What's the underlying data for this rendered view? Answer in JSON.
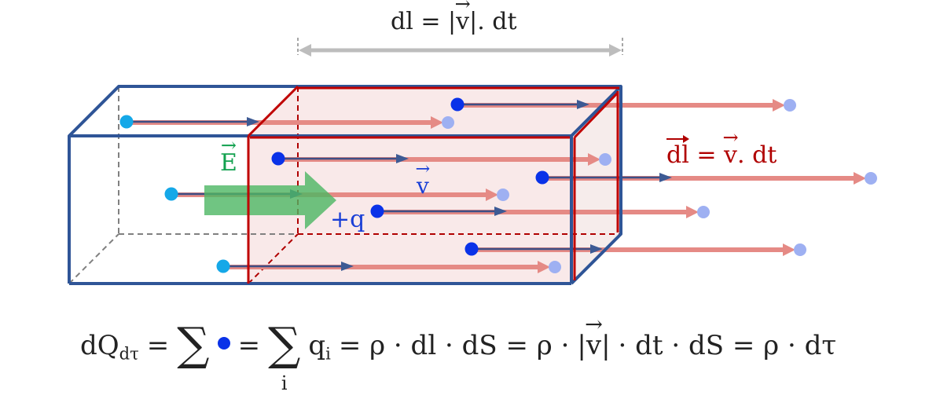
{
  "title_annotation": {
    "lhs": "dl",
    "eq": "=",
    "abs_open": "|",
    "v": "v",
    "abs_close": "|",
    "rest": ". dt"
  },
  "labels": {
    "field": "E",
    "velocity": "v",
    "charge": "+q",
    "displacement": {
      "lhs": "dl",
      "eq": "=",
      "v": "v",
      "rest": ". dt"
    }
  },
  "formula": {
    "dq": "dQ",
    "dq_sub": "dτ",
    "eq1": "=",
    "sigma1": "∑",
    "eq2": "=",
    "sigma2": "∑",
    "sigma2_index": "i",
    "q": "q",
    "q_sub": "i",
    "eq3": "= ρ · dl · dS = ρ ·",
    "abs_open": "|",
    "v": "v",
    "abs_close": "|",
    "tail": "· dt · dS = ρ · dτ"
  },
  "colors": {
    "box_outline": "#2f5597",
    "slab_outline": "#c00000",
    "slab_fill": "#f9e6e6",
    "trail": "#e58a85",
    "start_dot_light": "#15a8e8",
    "start_dot_dark": "#0a32e8",
    "end_dot": "#9eb0f2",
    "field_arrow": "#5cbf6e",
    "dimension_arrow": "#bdbdbd"
  },
  "particles": [
    {
      "start": "light",
      "row": 1
    },
    {
      "start": "dark",
      "row": 2
    },
    {
      "start": "light",
      "row": 3
    },
    {
      "start": "dark",
      "row": 4
    },
    {
      "start": "dark",
      "row": 5
    },
    {
      "start": "dark",
      "row": 6
    },
    {
      "start": "light",
      "row": 7
    },
    {
      "start": "dark",
      "row": 8
    }
  ]
}
